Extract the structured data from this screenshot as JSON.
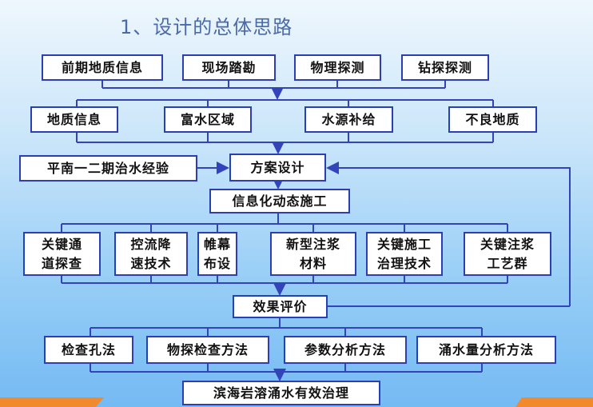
{
  "title": "1、设计的总体思路",
  "row1": [
    "前期地质信息",
    "现场踏勘",
    "物理探测",
    "钻探探测"
  ],
  "row2": [
    "地质信息",
    "富水区域",
    "水源补给",
    "不良地质"
  ],
  "experience": "平南一二期治水经验",
  "design": "方案设计",
  "construction": "信息化动态施工",
  "row5": [
    "关键通\n道探查",
    "控流降\n速技术",
    "帷幕\n布设",
    "新型注浆\n材料",
    "关键施工\n治理技术",
    "关键注浆\n工艺群"
  ],
  "evaluation": "效果评价",
  "row7": [
    "检查孔法",
    "物探检查方法",
    "参数分析方法",
    "涌水量分析方法"
  ],
  "result": "滨海岩溶涌水有效治理",
  "colors": {
    "border": "#2b3fb5",
    "line": "#3344bb",
    "accent": "#f08a2c"
  }
}
